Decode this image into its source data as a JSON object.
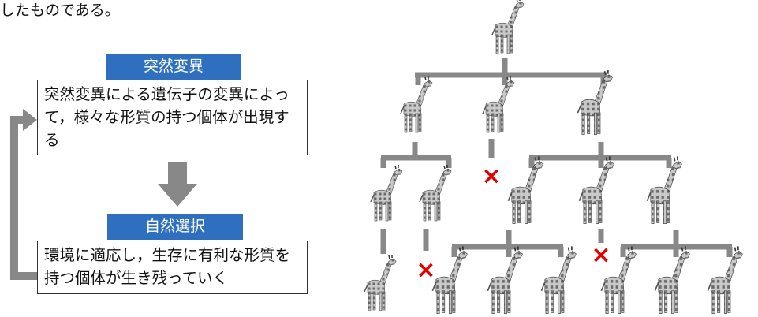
{
  "header_text": "したものである。",
  "process": {
    "step1": {
      "label": "突然変異",
      "description": "突然変異による遺伝子の変異によって，様々な形質の持つ個体が出現する"
    },
    "step2": {
      "label": "自然選択",
      "description": "環境に適応し，生存に有利な形質を持つ個体が生き残っていく"
    }
  },
  "tree": {
    "generations": 4,
    "eliminated_mark": "×",
    "mark_color": "#e00000",
    "bracket_color": "#888888"
  },
  "colors": {
    "label_bg": "#2e6fbf",
    "arrow": "#888888"
  }
}
